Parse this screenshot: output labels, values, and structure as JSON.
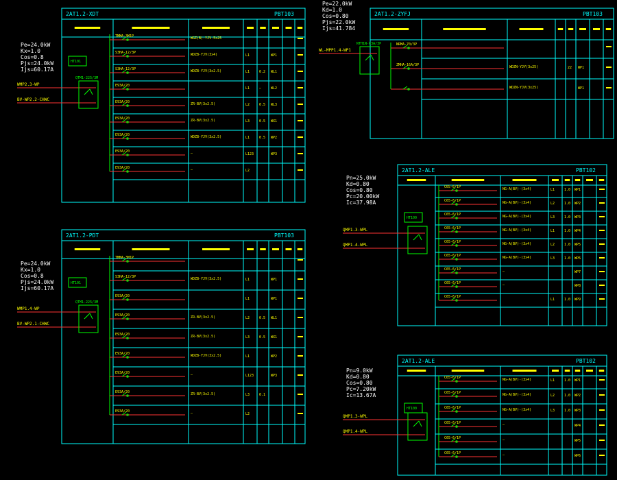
{
  "panels": [
    {
      "id": "p1",
      "code": "2AT1.2-XDT",
      "pbt": "PBT103",
      "params": [
        "Pe=24.0kW",
        "Kx=1.0",
        "Cos=0.8",
        "Pjs=24.0kW",
        "Ijs=60.17A"
      ],
      "inlines": [
        "WMP2.3-WP",
        "BV-WP2.2-CHWC"
      ],
      "cols": [
        "1",
        "2",
        "3",
        "4",
        "5",
        "6",
        "7",
        "8"
      ],
      "breaker": "QTM1-225/3M",
      "meter": "HT101",
      "rows": [
        {
          "cb": "TMMA-3M1P",
          "cable": "WGZ(B)-YJV-5x25",
          "ph": "",
          "pw": "",
          "no": "",
          "use": ""
        },
        {
          "cb": "S3HA-12/3P",
          "cable": "WDZB-YJV(3x4)",
          "ph": "L1",
          "pw": "",
          "no": "WP1",
          "use": ""
        },
        {
          "cb": "S3HA-12/3P",
          "cable": "WDZB-YJV(3x2.5)",
          "ph": "L1",
          "pw": "0.2",
          "no": "WL1",
          "use": ""
        },
        {
          "cb": "E93A/20",
          "cable": "",
          "ph": "L1",
          "pw": "—",
          "no": "WL2",
          "use": ""
        },
        {
          "cb": "E93A/20",
          "cable": "ZR-BV(3x2.5)",
          "ph": "L2",
          "pw": "0.5",
          "no": "WL3",
          "use": ""
        },
        {
          "cb": "E93A/20",
          "cable": "ZR-BV(3x2.5)",
          "ph": "L3",
          "pw": "0.5",
          "no": "WX1",
          "use": ""
        },
        {
          "cb": "E93A/20",
          "cable": "WDZB-YJV(3x2.5)",
          "ph": "L1",
          "pw": "0.5",
          "no": "WP2",
          "use": ""
        },
        {
          "cb": "E93A/20",
          "cable": "—",
          "ph": "L123",
          "pw": "",
          "no": "WP3",
          "use": ""
        },
        {
          "cb": "E93A/20",
          "cable": "—",
          "ph": "L2",
          "pw": "",
          "no": "",
          "use": ""
        }
      ]
    },
    {
      "id": "p2",
      "code": "2AT1.2-ZYFJ",
      "pbt": "PBT103",
      "params": [
        "Pe=22.0kW",
        "Kd=1.0",
        "Cos=0.80",
        "Pjs=22.0kW",
        "Ijs=41.784"
      ],
      "inlines": [
        "WL-MPP1.4-WP1"
      ],
      "breaker": "NTH1N-63A/3P",
      "rows": [
        {
          "cb": "NRMA-70/3P",
          "cable": "",
          "ph": "",
          "pw": "",
          "no": "",
          "use": ""
        },
        {
          "cb": "ZMHA-16A/3P",
          "cable": "WDZN-YJY(3x25)",
          "ph": "",
          "pw": "22",
          "no": "WP1",
          "use": ""
        },
        {
          "cb": "",
          "cable": "WDZN-YJV(3x25)",
          "ph": "",
          "pw": "",
          "no": "WP1",
          "use": ""
        }
      ]
    },
    {
      "id": "p3",
      "code": "2AT1.2-PDT",
      "pbt": "PBT103",
      "params": [
        "Pe=24.0kW",
        "Kx=1.0",
        "Cos=0.8",
        "Pjs=24.0kW",
        "Ijs=60.17A"
      ],
      "inlines": [
        "WMP1.4-WP",
        "BV-WP2.1-CHWC"
      ],
      "breaker": "QTM1-225/3M",
      "meter": "HT101",
      "rows": [
        {
          "cb": "TMMA-3M1P",
          "cable": "",
          "ph": "",
          "pw": "",
          "no": "",
          "use": ""
        },
        {
          "cb": "S3HA-12/3P",
          "cable": "WDZB-YJV(3x2.5)",
          "ph": "L1",
          "pw": "",
          "no": "WP1",
          "use": ""
        },
        {
          "cb": "E93A/20",
          "cable": "",
          "ph": "L1",
          "pw": "",
          "no": "WP1",
          "use": ""
        },
        {
          "cb": "E93A/20",
          "cable": "ZR-BV(3x2.5)",
          "ph": "L2",
          "pw": "0.5",
          "no": "WL1",
          "use": ""
        },
        {
          "cb": "E93A/20",
          "cable": "ZR-BV(3x2.5)",
          "ph": "L3",
          "pw": "0.5",
          "no": "WX1",
          "use": ""
        },
        {
          "cb": "E93A/20",
          "cable": "WDZB-YJV(3x2.5)",
          "ph": "L1",
          "pw": "",
          "no": "WP2",
          "use": ""
        },
        {
          "cb": "E93A/20",
          "cable": "—",
          "ph": "L123",
          "pw": "",
          "no": "WP3",
          "use": ""
        },
        {
          "cb": "E93A/20",
          "cable": "ZR-BV(3x2.5)",
          "ph": "L3",
          "pw": "0.1",
          "no": "",
          "use": ""
        },
        {
          "cb": "E93A/20",
          "cable": "—",
          "ph": "L2",
          "pw": "",
          "no": "",
          "use": ""
        }
      ]
    },
    {
      "id": "p4",
      "code": "2AT1.2-ALE",
      "pbt": "PBT102",
      "params": [
        "Pn=25.0kW",
        "Kd=0.80",
        "Cos=0.80",
        "Pc=20.00kW",
        "Ic=37.98A"
      ],
      "inlines": [
        "QMP1.3-WPL",
        "QMP1.4-WPL"
      ],
      "meter": "HT100",
      "rows": [
        {
          "cb": "C65-6/1P",
          "cable": "NG-A(BV)-(3x4)",
          "ph": "L1",
          "pw": "1.0",
          "no": "WP1"
        },
        {
          "cb": "C65-6/1P",
          "cable": "NG-A(BV)-(3x4)",
          "ph": "L2",
          "pw": "1.0",
          "no": "WP2"
        },
        {
          "cb": "C65-6/1P",
          "cable": "NG-A(BV)-(3x4)",
          "ph": "L3",
          "pw": "1.0",
          "no": "WP3"
        },
        {
          "cb": "C65-6/1P",
          "cable": "NG-A(BV)-(3x4)",
          "ph": "L1",
          "pw": "1.0",
          "no": "WP4"
        },
        {
          "cb": "C65-6/1P",
          "cable": "NG-A(BV)-(3x4)",
          "ph": "L2",
          "pw": "1.0",
          "no": "WP5"
        },
        {
          "cb": "C65-6/1P",
          "cable": "NG-A(BV)-(3x4)",
          "ph": "L3",
          "pw": "1.0",
          "no": "WP6"
        },
        {
          "cb": "C65-6/1P",
          "cable": "—",
          "ph": "",
          "pw": "",
          "no": "WP7"
        },
        {
          "cb": "C65-6/1P",
          "cable": "—",
          "ph": "",
          "pw": "",
          "no": "WP8"
        },
        {
          "cb": "C65-6/1P",
          "cable": "",
          "ph": "L1",
          "pw": "1.0",
          "no": "WP9"
        }
      ]
    },
    {
      "id": "p5",
      "code": "2AT1.2-ALE",
      "pbt": "PBT102",
      "params": [
        "Pn=9.0kW",
        "Kd=0.80",
        "Cos=0.80",
        "Pc=7.20kW",
        "Ic=13.67A"
      ],
      "inlines": [
        "QMP1.3-WPL",
        "QMP1.4-WPL"
      ],
      "meter": "HT100",
      "rows": [
        {
          "cb": "C65-6/1P",
          "cable": "NG-A(BV)-(3x4)",
          "ph": "L1",
          "pw": "1.0",
          "no": "WP1"
        },
        {
          "cb": "C65-6/1P",
          "cable": "NG-A(BV)-(3x4)",
          "ph": "L2",
          "pw": "1.0",
          "no": "WP2"
        },
        {
          "cb": "C65-6/1P",
          "cable": "NG-A(BV)-(3x4)",
          "ph": "L3",
          "pw": "1.0",
          "no": "WP3"
        },
        {
          "cb": "C65-6/1P",
          "cable": "—",
          "ph": "",
          "pw": "",
          "no": "WP4"
        },
        {
          "cb": "C65-6/1P",
          "cable": "—",
          "ph": "",
          "pw": "",
          "no": "WP5"
        },
        {
          "cb": "C65-6/1P",
          "cable": "—",
          "ph": "",
          "pw": "",
          "no": "WP6"
        }
      ]
    }
  ],
  "colors": {
    "frame": "#00ffff",
    "text": "#ffff00",
    "wire": "#ff3333",
    "green": "#00ff00",
    "white": "#ffffff",
    "bg": "#000000"
  }
}
